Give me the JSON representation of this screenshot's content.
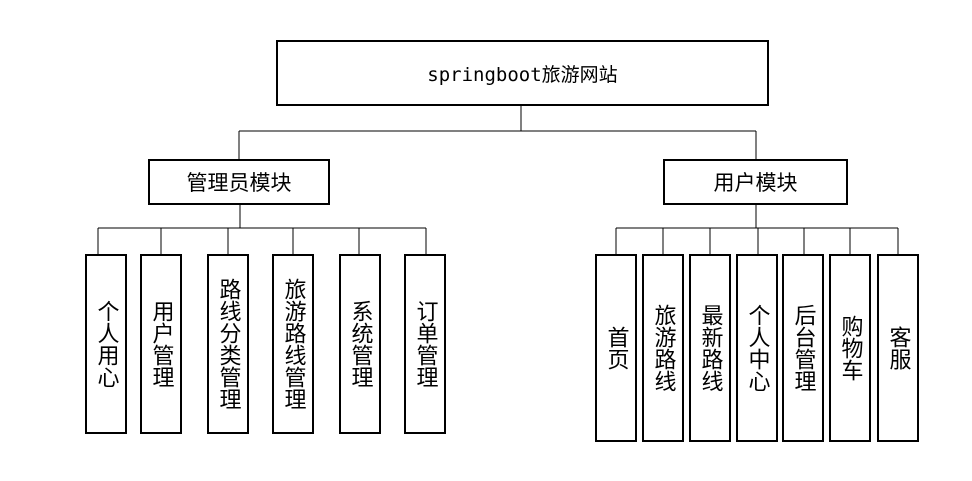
{
  "root": "springboot旅游网站",
  "modules": [
    {
      "label": "管理员模块",
      "children": [
        "个人用心",
        "用户管理",
        "路线分类管理",
        "旅游路线管理",
        "系统管理",
        "订单管理"
      ]
    },
    {
      "label": "用户模块",
      "children": [
        "首页",
        "旅游路线",
        "最新路线",
        "个人中心",
        "后台管理",
        "购物车",
        "客服"
      ]
    }
  ]
}
